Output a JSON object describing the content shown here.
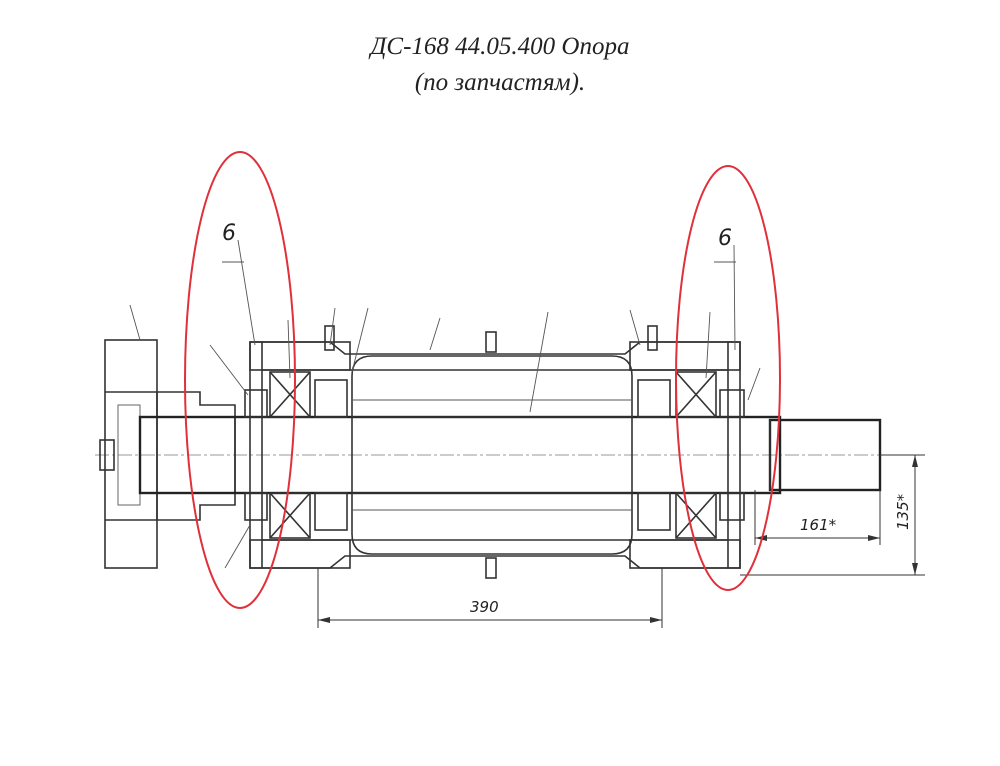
{
  "title": {
    "line1": "ДС-168 44.05.400 Опора",
    "line2": "(по запчастям)."
  },
  "drawing": {
    "callout_left": "6",
    "callout_right": "6",
    "dim_length": "390",
    "dim_161": "161*",
    "dim_135": "135*",
    "highlight_color": "#e0303a",
    "line_color": "#333333"
  }
}
